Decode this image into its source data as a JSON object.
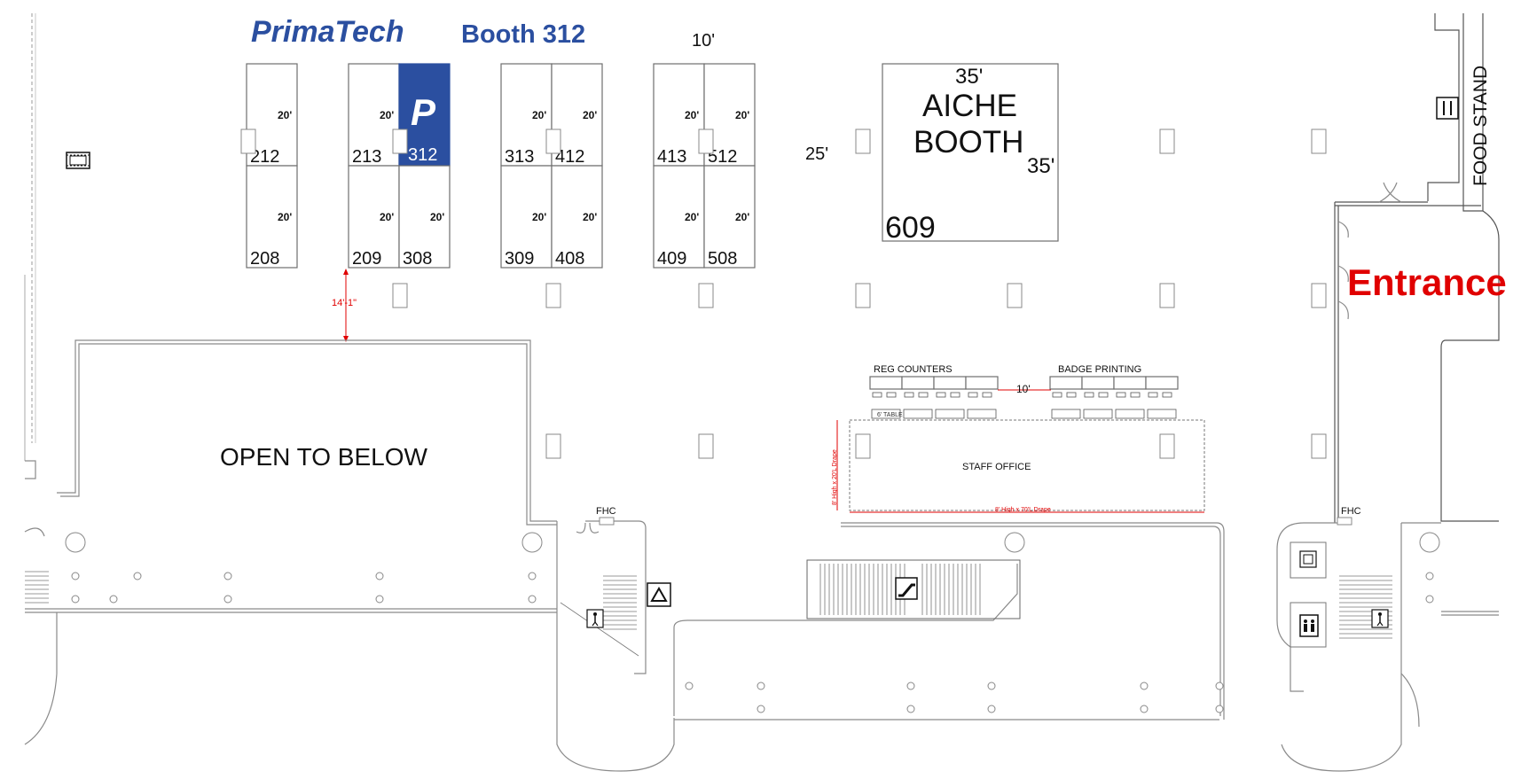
{
  "header": {
    "brand": "PrimaTech",
    "booth_label": "Booth 312"
  },
  "dimensions": {
    "top_ten": "10'",
    "aiche_width": "35'",
    "aiche_height": "35'",
    "aiche_gap": "25'",
    "aisle": "14'-1\"",
    "reg_gap": "10'",
    "booth_depth": "20'"
  },
  "booths": {
    "b212": "212",
    "b213": "213",
    "b312": "312",
    "b313": "313",
    "b412": "412",
    "b413": "413",
    "b512": "512",
    "b208": "208",
    "b209": "209",
    "b308": "308",
    "b309": "309",
    "b408": "408",
    "b409": "409",
    "b508": "508"
  },
  "highlight_logo": "P",
  "aiche": {
    "line1": "AICHE",
    "line2": "BOOTH",
    "number": "609"
  },
  "areas": {
    "open_below": "OPEN TO BELOW",
    "reg_counters": "REG COUNTERS",
    "badge_printing": "BADGE PRINTING",
    "staff_office": "STAFF OFFICE",
    "entrance": "Entrance",
    "food_stand": "FOOD STAND",
    "fhc_left": "FHC",
    "fhc_right": "FHC",
    "drape_bottom": "8' High x 70'L Drape",
    "drape_side": "8' High x 20'L Drape",
    "table_label": "6' TABLE"
  },
  "icons": {
    "brand_color": "#2b4fa0",
    "accent_red": "#e00000"
  }
}
